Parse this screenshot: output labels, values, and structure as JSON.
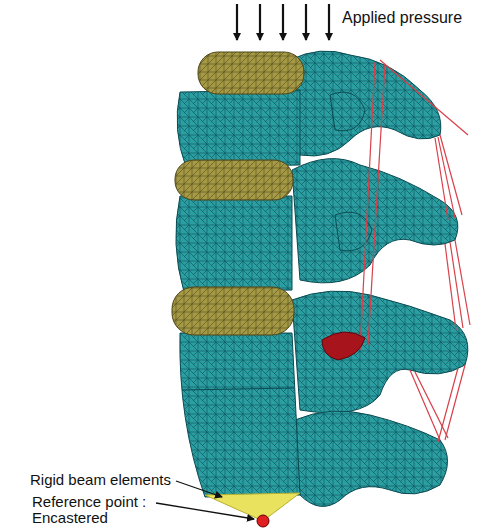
{
  "diagram": {
    "labels": [
      "Applied pressure",
      "Rigid beam elements",
      "Reference point : Encastered"
    ]
  }
}
